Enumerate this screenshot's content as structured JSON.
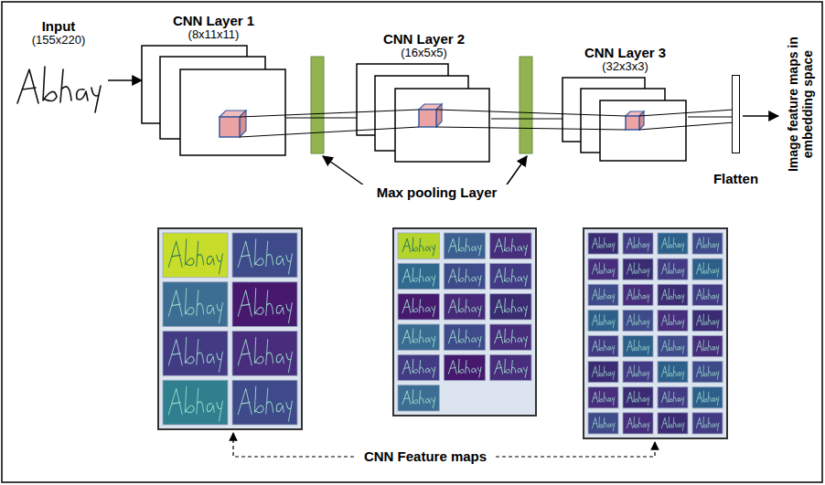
{
  "diagram": {
    "nodes": [
      {
        "text": [
          "Input",
          "(155x220)"
        ]
      },
      {
        "text": [
          "CNN Layer 1",
          "(8x11x11)"
        ]
      },
      {
        "text": [
          "CNN Layer 2",
          "(16x5x5)"
        ]
      },
      {
        "text": [
          "CNN Layer 3",
          "(32x3x3)"
        ]
      },
      {
        "text": [
          "Flatten"
        ]
      }
    ],
    "edges": [
      {
        "from": 0,
        "to": 1,
        "arrow": "to"
      },
      {
        "from": 1,
        "to": 2,
        "arrow": "none"
      },
      {
        "from": 2,
        "to": 3,
        "arrow": "none"
      },
      {
        "from": 3,
        "to": 4,
        "arrow": "none"
      }
    ],
    "labels": [
      "Max pooling Layer",
      "Image feature maps in embedding space",
      "CNN Feature maps"
    ]
  }
}
